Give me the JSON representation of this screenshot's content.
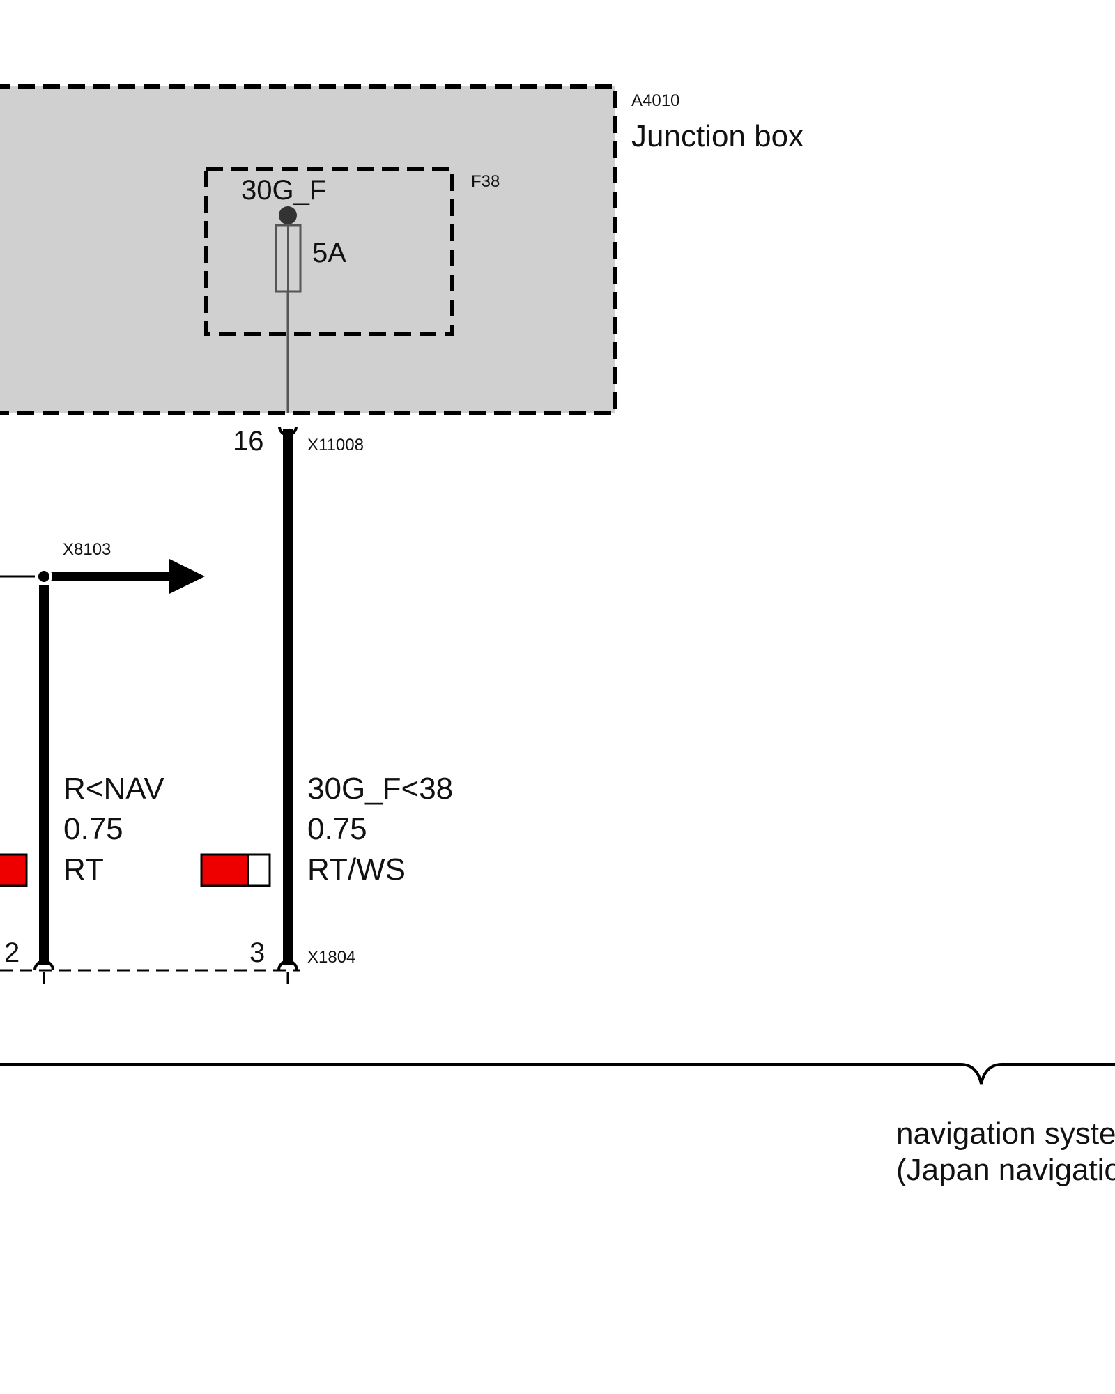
{
  "junction_box": {
    "ref": "A4010",
    "label": "Junction box"
  },
  "fuse": {
    "ref": "F38",
    "terminal": "30G_F",
    "rating": "5A"
  },
  "connectors": {
    "jb_pin": "16",
    "jb_connector": "X11008",
    "splice": "X8103",
    "bottom_connector": "X1804"
  },
  "wires": [
    {
      "signal": "R<NAV",
      "gauge": "0.75",
      "color_code": "RT",
      "pin": "2",
      "swatch_primary": "#ee0000",
      "swatch_secondary": "#ee0000"
    },
    {
      "signal": "30G_F<38",
      "gauge": "0.75",
      "color_code": "RT/WS",
      "pin": "3",
      "swatch_primary": "#ee0000",
      "swatch_secondary": "#ffffff"
    }
  ],
  "system_label": {
    "line1": "navigation syste",
    "line2": "(Japan navigatio"
  },
  "colors": {
    "box_fill": "#d0d0d0",
    "wire": "#000000"
  }
}
